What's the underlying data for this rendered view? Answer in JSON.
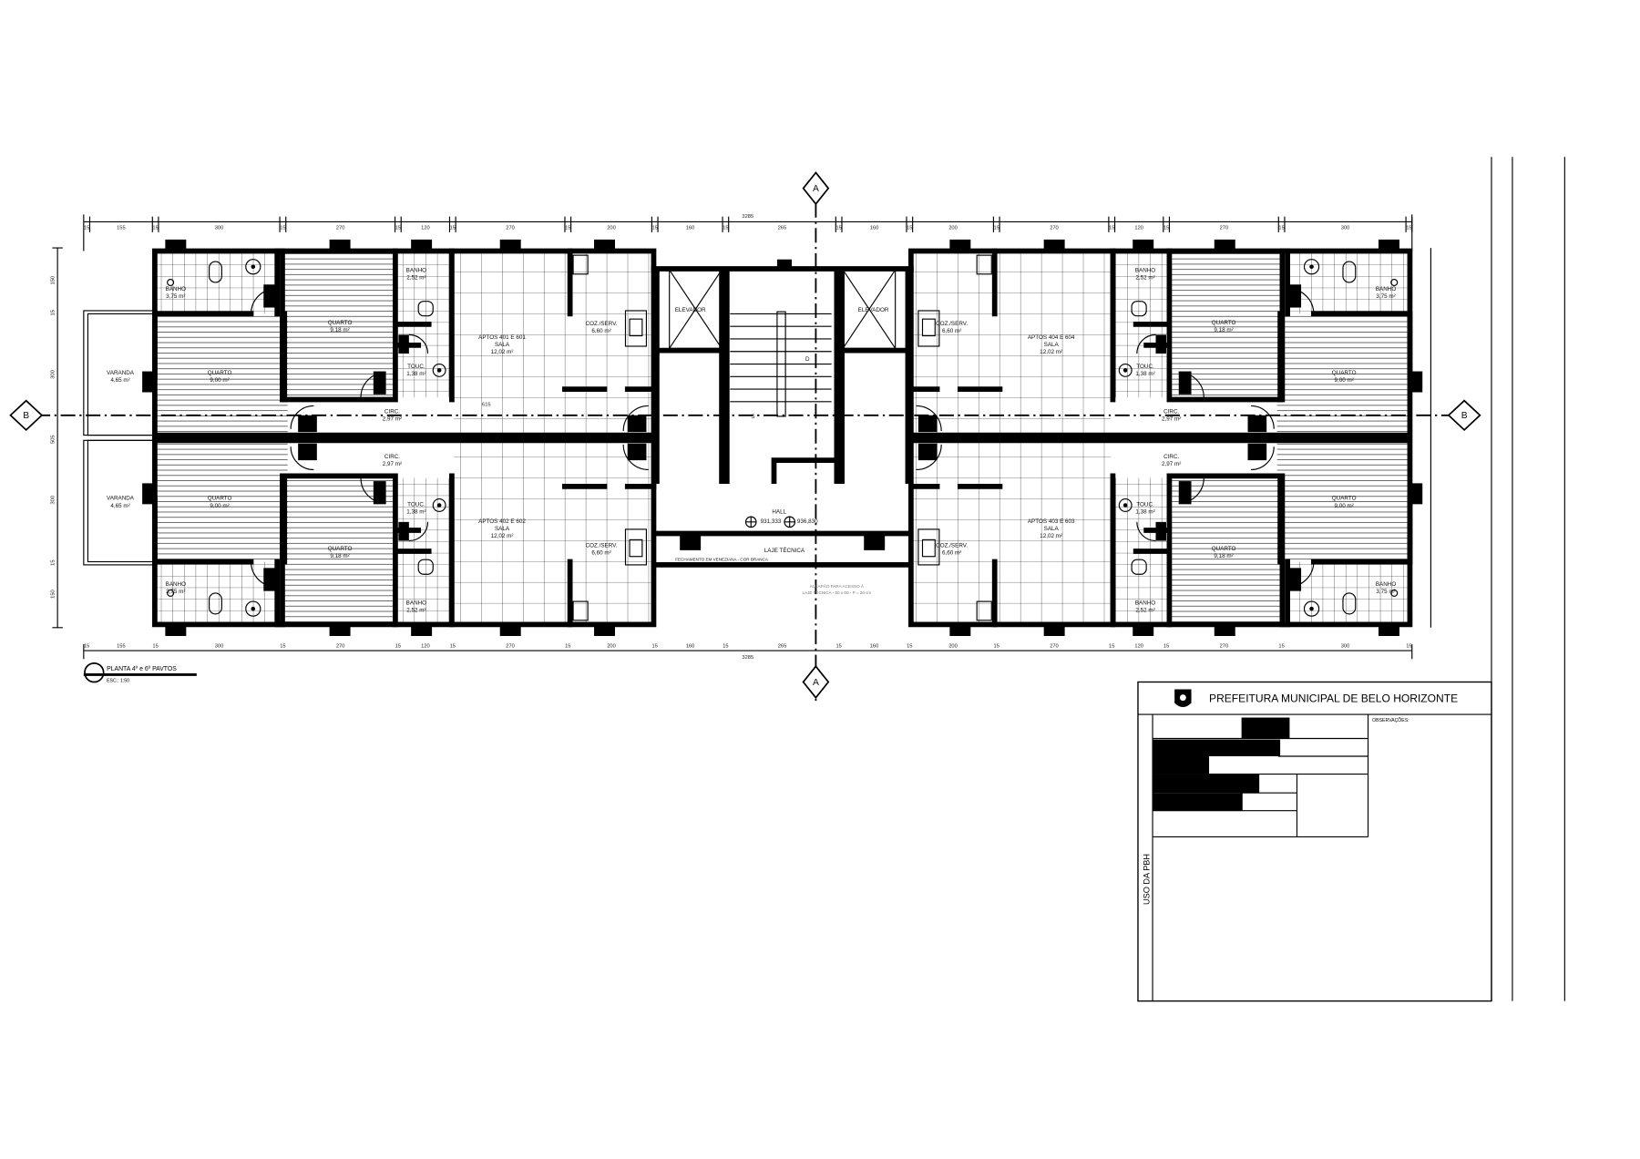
{
  "drawing": {
    "title": "PLANTA 4º e 6º PAVTOS",
    "scale": "ESC.: 1:50"
  },
  "section_markers": {
    "a": "A",
    "b": "B"
  },
  "dimensions": {
    "top": [
      "15",
      "155",
      "15",
      "300",
      "15",
      "270",
      "15",
      "120",
      "15",
      "270",
      "15",
      "200",
      "15",
      "160",
      "15",
      "265",
      "15",
      "160",
      "15",
      "200",
      "15",
      "270",
      "15",
      "120",
      "15",
      "270",
      "15",
      "300",
      "15"
    ],
    "top_values": [
      15,
      155,
      15,
      300,
      15,
      270,
      15,
      120,
      15,
      270,
      15,
      200,
      15,
      160,
      15,
      265,
      15,
      160,
      15,
      200,
      15,
      270,
      15,
      120,
      15,
      270,
      15,
      300,
      15
    ],
    "total": "3285",
    "corridor": "615",
    "left": [
      "150",
      "15",
      "300",
      "505",
      "300",
      "15",
      "150"
    ]
  },
  "quadrants": {
    "top_left": [
      {
        "name": "BANHO",
        "area": "3,75 m²"
      },
      {
        "name": "QUARTO",
        "area": "9,18 m²"
      },
      {
        "name": "BANHO",
        "area": "2,52 m²"
      },
      {
        "name": "TOUC.",
        "area": "1,38 m²"
      },
      {
        "name": "VARANDA",
        "area": "4,65 m²"
      },
      {
        "name": "QUARTO",
        "area": "9,00 m²"
      },
      {
        "apt": "APTOS 401 E 601",
        "name": "SALA",
        "area": "12,02 m²"
      },
      {
        "name": "COZ./SERV.",
        "area": "6,60 m²"
      },
      {
        "name": "CIRC.",
        "area": "2,97 m²"
      }
    ],
    "bottom_left": [
      {
        "name": "BANHO",
        "area": "3,75 m²"
      },
      {
        "name": "QUARTO",
        "area": "9,18 m²"
      },
      {
        "name": "BANHO",
        "area": "2,52 m²"
      },
      {
        "name": "TOUC.",
        "area": "1,38 m²"
      },
      {
        "name": "VARANDA",
        "area": "4,65 m²"
      },
      {
        "name": "QUARTO",
        "area": "9,00 m²"
      },
      {
        "apt": "APTOS 402 E 602",
        "name": "SALA",
        "area": "12,02 m²"
      },
      {
        "name": "COZ./SERV.",
        "area": "6,60 m²"
      },
      {
        "name": "CIRC.",
        "area": "2,97 m²"
      }
    ],
    "top_right": [
      {
        "name": "BANHO",
        "area": "3,75 m²"
      },
      {
        "name": "QUARTO",
        "area": "9,18 m²"
      },
      {
        "name": "BANHO",
        "area": "2,52 m²"
      },
      {
        "name": "TOUC.",
        "area": "1,38 m²"
      },
      {
        "name": "QUARTO",
        "area": "9,00 m²"
      },
      {
        "apt": "APTOS 404 E 604",
        "name": "SALA",
        "area": "12,02 m²"
      },
      {
        "name": "COZ./SERV.",
        "area": "6,60 m²"
      },
      {
        "name": "CIRC.",
        "area": "2,97 m²"
      }
    ],
    "bottom_right": [
      {
        "name": "BANHO",
        "area": "3,75 m²"
      },
      {
        "name": "QUARTO",
        "area": "9,18 m²"
      },
      {
        "name": "BANHO",
        "area": "2,52 m²"
      },
      {
        "name": "TOUC.",
        "area": "1,38 m²"
      },
      {
        "name": "QUARTO",
        "area": "9,00 m²"
      },
      {
        "apt": "APTOS 403 E 603",
        "name": "SALA",
        "area": "12,02 m²"
      },
      {
        "name": "COZ./SERV.",
        "area": "6,60 m²"
      },
      {
        "name": "CIRC.",
        "area": "2,97 m²"
      }
    ]
  },
  "core": {
    "elevator_left": "ELEVADOR",
    "elevator_right": "ELEVADOR",
    "hall": "HALL",
    "level_1": "931,333",
    "level_2": "936,830",
    "laje": "LAJE TÉCNICA",
    "shutter_note": "FECHAMENTO EM VENEZIANA - COR BRANCA",
    "hatch_note_1": "ALÇAPÃO PARA ACESSO À",
    "hatch_note_2": "LAJE TÉCNICA - 60 x 60 - P = 20 cm",
    "stair_up": "S",
    "stair_down": "D"
  },
  "title_block": {
    "org": "PREFEITURA MUNICIPAL DE BELO HORIZONTE",
    "observations": "OBSERVAÇÕES:",
    "pbh_use": "USO DA PBH"
  }
}
